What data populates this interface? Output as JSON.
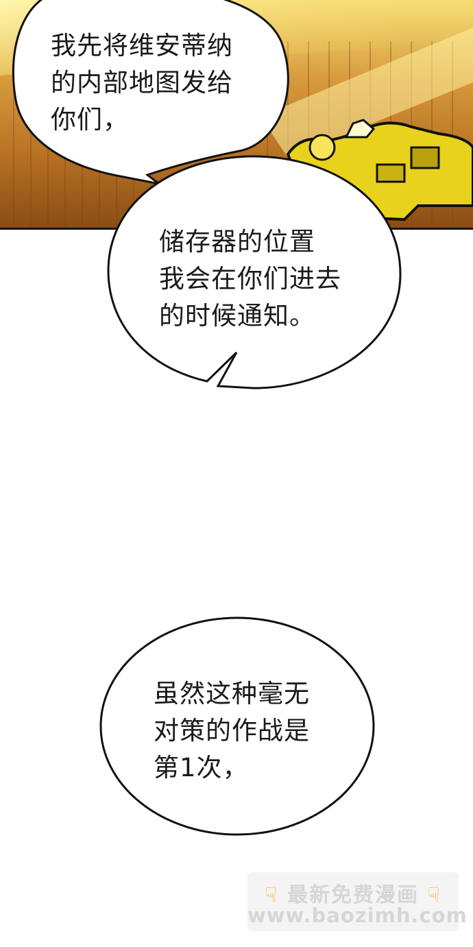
{
  "bubbles": [
    {
      "lines": [
        "我先将维安蒂纳",
        "的内部地图发给",
        "你们，"
      ]
    },
    {
      "lines": [
        "储存器的位置",
        "我会在你们进去",
        "的时候通知。"
      ]
    },
    {
      "lines": [
        "虽然这种毫无",
        "对策的作战是",
        "第1次，"
      ]
    }
  ],
  "watermark": {
    "line1": "最新免费漫画",
    "line2": "www.baozimh.com",
    "icon": "pointing-down-hand-icon"
  },
  "colors": {
    "panel_glow": "#f6e27a",
    "panel_wood": "#b56f22",
    "gold_object": "#e8d21c",
    "watermark_text": "#d6d6d6"
  }
}
